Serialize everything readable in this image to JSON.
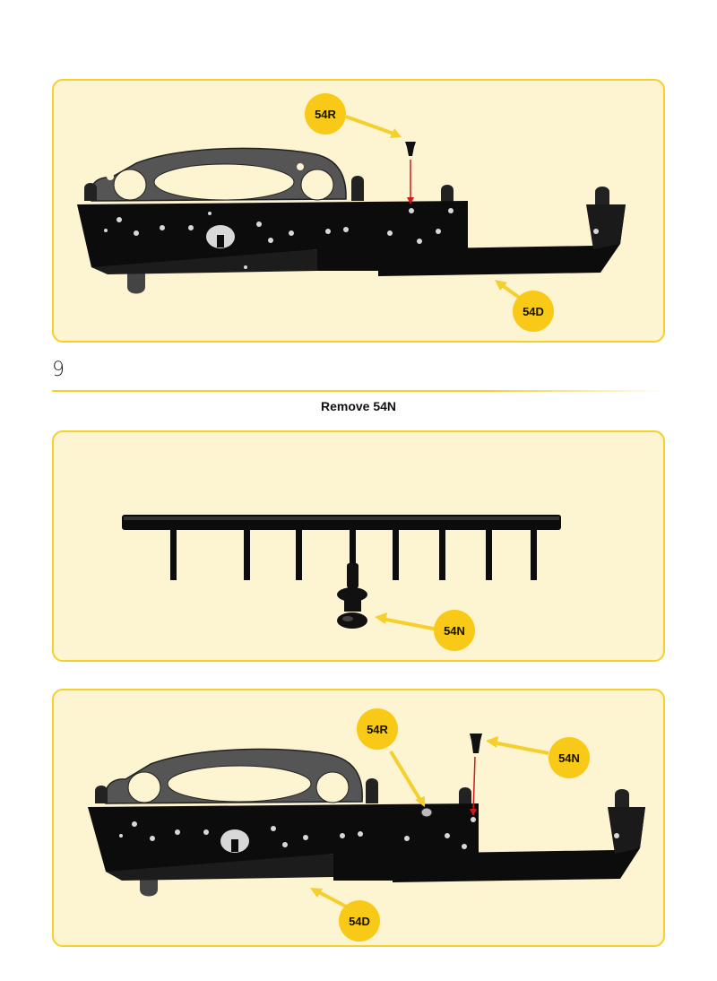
{
  "panels": [
    {
      "callouts": [
        "54R",
        "54D"
      ]
    },
    {
      "callouts": [
        "54N"
      ]
    },
    {
      "callouts": [
        "54R",
        "54N",
        "54D"
      ]
    }
  ],
  "step": {
    "number": "9",
    "instruction": "Remove 54N"
  },
  "colors": {
    "panel_background": "#fdf4d2",
    "panel_border": "#f5cf2c",
    "callout": "#f8c916",
    "arrow": "#f5cf2c",
    "red_guide": "#d11b1b",
    "part": "#0c0c0c",
    "gasket": "#5a5a5a"
  },
  "icons": [
    "frame-part",
    "screw-54R",
    "bolt-54N",
    "sprue-rack"
  ]
}
